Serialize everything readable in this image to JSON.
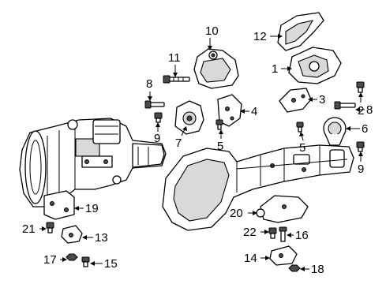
{
  "callouts": [
    {
      "id": "1",
      "text": "1"
    },
    {
      "id": "2",
      "text": "2"
    },
    {
      "id": "3",
      "text": "3"
    },
    {
      "id": "4",
      "text": "4"
    },
    {
      "id": "5a",
      "text": "5"
    },
    {
      "id": "5b",
      "text": "5"
    },
    {
      "id": "6",
      "text": "6"
    },
    {
      "id": "7",
      "text": "7"
    },
    {
      "id": "8a",
      "text": "8"
    },
    {
      "id": "8b",
      "text": "8"
    },
    {
      "id": "9a",
      "text": "9"
    },
    {
      "id": "9b",
      "text": "9"
    },
    {
      "id": "10",
      "text": "10"
    },
    {
      "id": "11",
      "text": "11"
    },
    {
      "id": "12",
      "text": "12"
    },
    {
      "id": "13",
      "text": "13"
    },
    {
      "id": "14",
      "text": "14"
    },
    {
      "id": "15",
      "text": "15"
    },
    {
      "id": "16",
      "text": "16"
    },
    {
      "id": "17",
      "text": "17"
    },
    {
      "id": "18",
      "text": "18"
    },
    {
      "id": "19",
      "text": "19"
    },
    {
      "id": "20",
      "text": "20"
    },
    {
      "id": "21",
      "text": "21"
    },
    {
      "id": "22",
      "text": "22"
    }
  ]
}
